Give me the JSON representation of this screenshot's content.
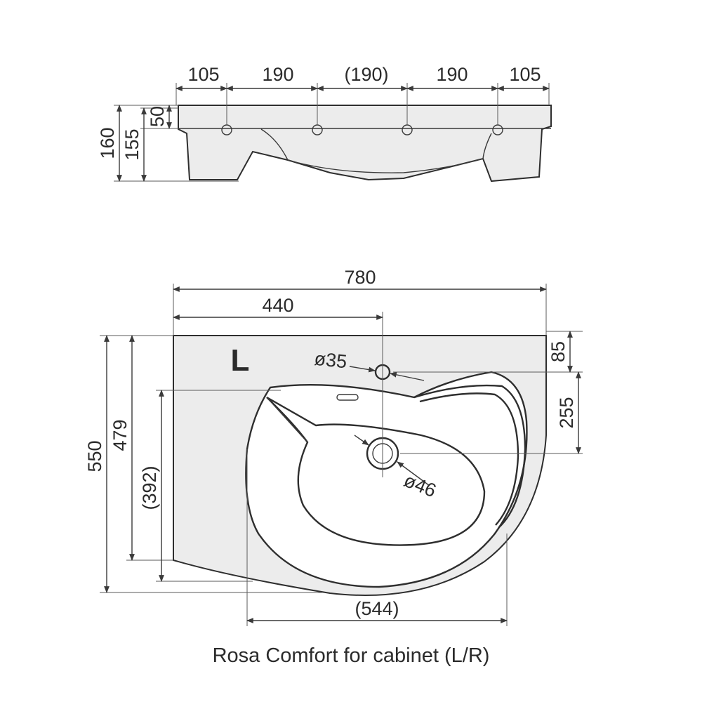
{
  "side_view": {
    "widths": [
      "105",
      "190",
      "(190)",
      "190",
      "105"
    ],
    "heights": {
      "total": "160",
      "body": "155",
      "rim": "50"
    }
  },
  "top_view": {
    "side_mark": "L",
    "width_total": "780",
    "width_to_drain": "440",
    "bowl_width": "(544)",
    "depth_total": "550",
    "depth_side": "479",
    "depth_inner": "(392)",
    "tap_offset": "85",
    "drain_offset": "255",
    "tap_hole": "ø35",
    "drain_hole": "ø46"
  },
  "caption": "Rosa Comfort for cabinet (L/R)"
}
